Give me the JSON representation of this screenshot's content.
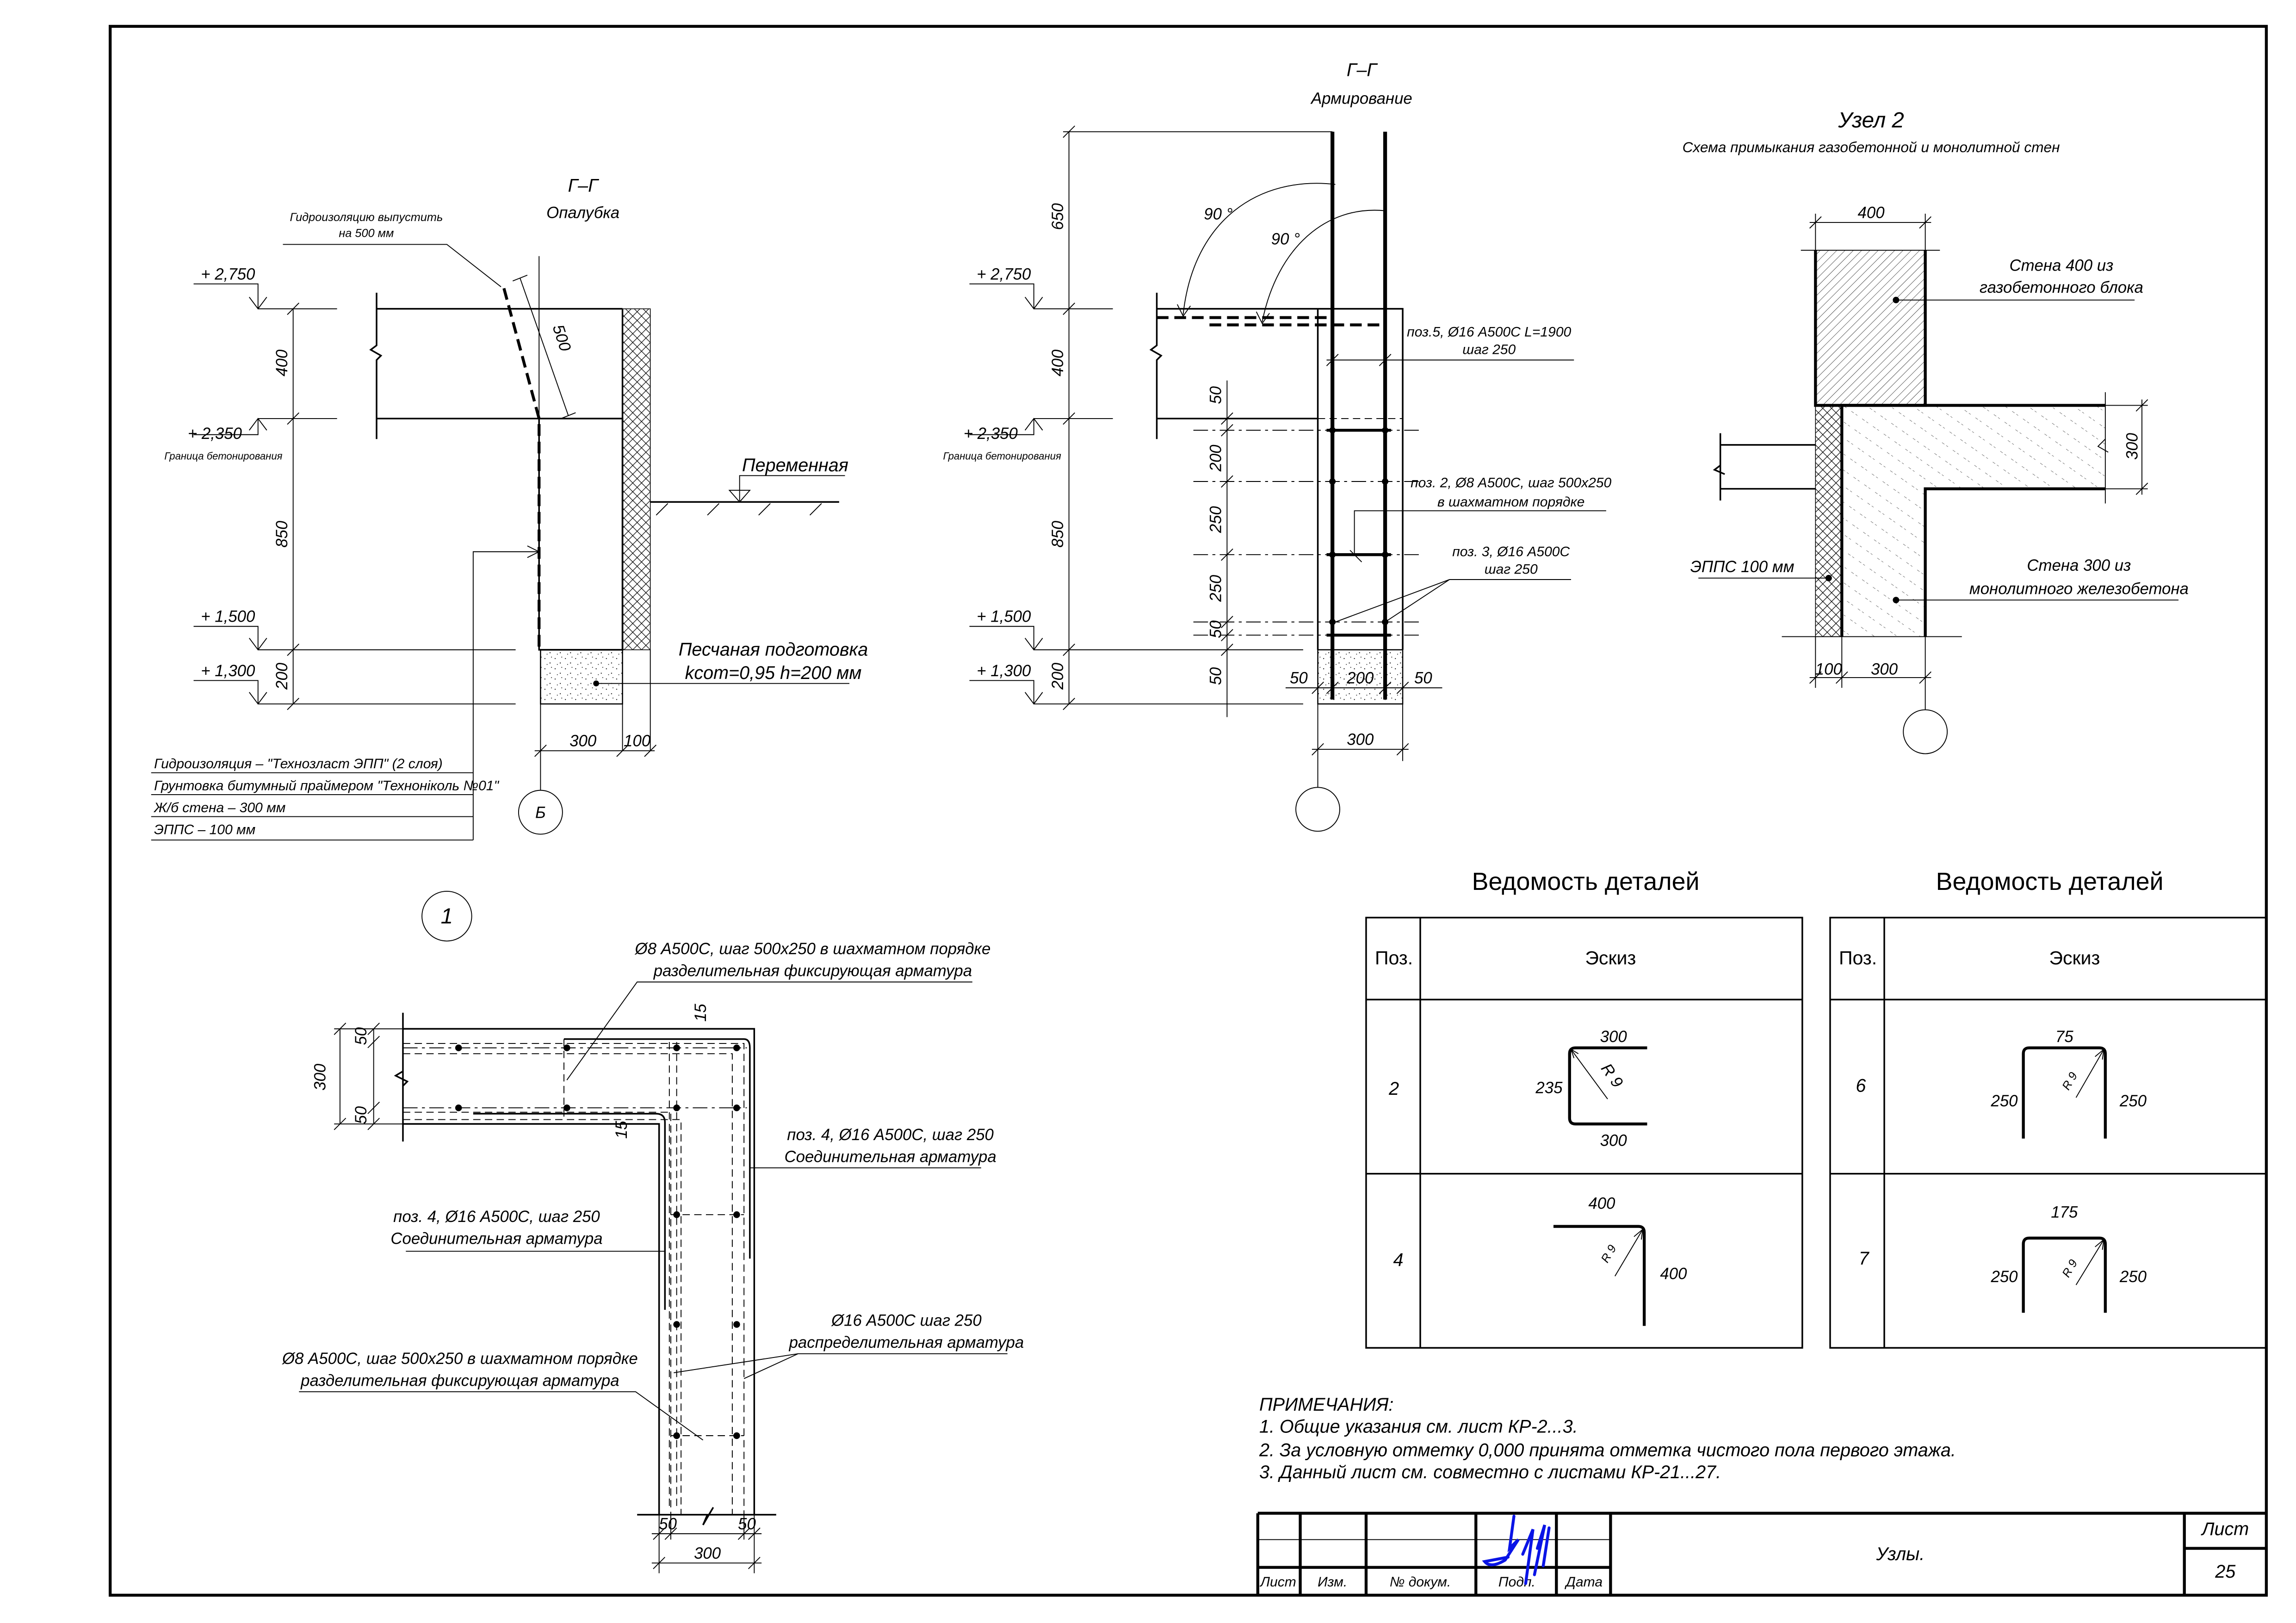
{
  "colors": {
    "ink": "#000000",
    "signature": "#0a14e6",
    "paper": "#ffffff"
  },
  "section_formwork": {
    "title": "Г–Г",
    "subtitle": "Опалубка",
    "note_line1": "Гидроизоляцию выпустить",
    "note_line2": "на 500 мм",
    "elev_2750": "+ 2,750",
    "elev_2350": "+ 2,350",
    "concreting_boundary": "Граница бетонирования",
    "elev_1500": "+ 1,500",
    "elev_1300": "+ 1,300",
    "dim_400": "400",
    "dim_850": "850",
    "dim_200": "200",
    "dim_500": "500",
    "dim_300": "300",
    "dim_100": "100",
    "ground_label": "Переменная",
    "sand_line1": "Песчаная подготовка",
    "sand_line2": "kсот=0,95 h=200 мм",
    "layers": [
      "Гидроизоляция – \"Технозласт ЭПП\" (2 слоя)",
      "Грунтовка битумный праймером \"Техноніколь №01\"",
      "Ж/б стена – 300 мм",
      "ЭППС – 100 мм"
    ],
    "axis_label": "Б"
  },
  "section_reinforcement": {
    "title": "Г–Г",
    "subtitle": "Армирование",
    "elev_2750": "+ 2,750",
    "elev_2350": "+ 2,350",
    "concreting_boundary": "Граница бетонирования",
    "elev_1500": "+ 1,500",
    "elev_1300": "+ 1,300",
    "dims_left": [
      "650",
      "400",
      "850",
      "200"
    ],
    "dims_inner": [
      "50",
      "200",
      "250",
      "250",
      "50",
      "50"
    ],
    "dims_bottom": [
      "50",
      "200",
      "50"
    ],
    "dim_300": "300",
    "angle_1": "90 °",
    "angle_2": "90 °",
    "callout_pos5_line1": "поз.5, Ø16 А500С L=1900",
    "callout_pos5_line2": "шаг 250",
    "callout_pos2_line1": "поз. 2, Ø8 А500С, шаг 500х250",
    "callout_pos2_line2": "в шахматном порядке",
    "callout_pos3_line1": "поз. 3, Ø16 А500С",
    "callout_pos3_line2": "шаг 250"
  },
  "node2": {
    "title": "Узел 2",
    "subtitle": "Схема примыкания газобетонной и монолитной стен",
    "dim_400": "400",
    "dim_300_v": "300",
    "dim_100": "100",
    "dim_300_h": "300",
    "gas_wall_line1": "Стена 400 из",
    "gas_wall_line2": "газобетонного блока",
    "mono_wall_line1": "Стена 300 из",
    "mono_wall_line2": "монолитного железобетона",
    "epps_label": "ЭППС 100 мм"
  },
  "node1": {
    "marker": "1",
    "callout_top_line1": "Ø8 А500С, шаг 500х250 в шахматном порядке",
    "callout_top_line2": "разделительная фиксирующая арматура",
    "callout_right_line1": "поз. 4, Ø16 А500С, шаг 250",
    "callout_right_line2": "Соединительная арматура",
    "callout_left_line1": "поз. 4, Ø16 А500С, шаг 250",
    "callout_left_line2": "Соединительная арматура",
    "callout_dist_line1": "Ø16 А500С шаг 250",
    "callout_dist_line2": "распределительная арматура",
    "callout_bottom_line1": "Ø8 А500С, шаг 500х250 в шахматном порядке",
    "callout_bottom_line2": "разделительная фиксирующая арматура",
    "dim_300_v": "300",
    "dim_50_a": "50",
    "dim_50_b": "50",
    "dim_15_a": "15",
    "dim_15_b": "15",
    "dim_50_c": "50",
    "dim_50_d": "50",
    "dim_300_h": "300"
  },
  "details_table_1": {
    "title": "Ведомость деталей",
    "col_pos": "Поз.",
    "col_sketch": "Эскиз",
    "rows": [
      {
        "pos": "2",
        "dims": [
          "300",
          "235",
          "300"
        ],
        "radius": "R 9"
      },
      {
        "pos": "4",
        "dims": [
          "400",
          "400"
        ],
        "radius": "R 9"
      }
    ]
  },
  "details_table_2": {
    "title": "Ведомость деталей",
    "col_pos": "Поз.",
    "col_sketch": "Эскиз",
    "rows": [
      {
        "pos": "6",
        "dims": [
          "75",
          "250",
          "250"
        ],
        "radius": "R 9"
      },
      {
        "pos": "7",
        "dims": [
          "175",
          "250",
          "250"
        ],
        "radius": "R 9"
      }
    ]
  },
  "notes": {
    "heading": "ПРИМЕЧАНИЯ:",
    "items": [
      "1. Общие указания см. лист КР-2...3.",
      "2. За условную отметку 0,000 принята отметка чистого пола первого этажа.",
      "3. Данный лист см. совместно с листами КР-21...27."
    ]
  },
  "title_block": {
    "col_sheet": "Лист",
    "col_change": "Изм.",
    "col_doc": "№ докум.",
    "col_sign": "Подп.",
    "col_date": "Дата",
    "drawing_title": "Узлы.",
    "sheet_label": "Лист",
    "sheet_number": "25"
  }
}
